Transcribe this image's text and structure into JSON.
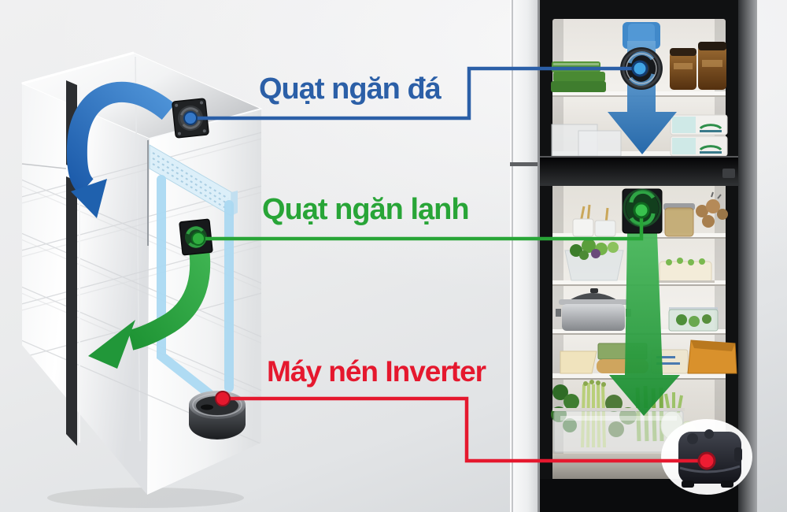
{
  "page": {
    "type": "diagram",
    "description": "Inverter refrigerator cooling airflow diagram with schematic and interior photo"
  },
  "labels": {
    "freezer_fan": {
      "text": "Quạt ngăn đá",
      "color": "#2B5FA7"
    },
    "cooler_fan": {
      "text": "Quạt ngăn lạnh",
      "color": "#28A537"
    },
    "compressor": {
      "text": "Máy nén Inverter",
      "color": "#E5182E"
    }
  },
  "callouts": [
    {
      "label": "Quạt ngăn đá",
      "line_color": "#2B5FA7",
      "connects": [
        "schematic freezer fan",
        "photo freezer fan"
      ]
    },
    {
      "label": "Quạt ngăn lạnh",
      "line_color": "#28A537",
      "connects": [
        "schematic cooler fan",
        "photo cooler fan"
      ]
    },
    {
      "label": "Máy nén Inverter",
      "line_color": "#E5182E",
      "connects": [
        "schematic compressor",
        "photo compressor"
      ]
    }
  ],
  "colors": {
    "background": "#ECEDEF",
    "airflow_blue_arrow": "#2E6FB8",
    "airflow_green_arrow": "#2AA43C",
    "coolant_pipe_blue": "#A9D8F1",
    "evaporator_blue": "#DCEFF9"
  }
}
